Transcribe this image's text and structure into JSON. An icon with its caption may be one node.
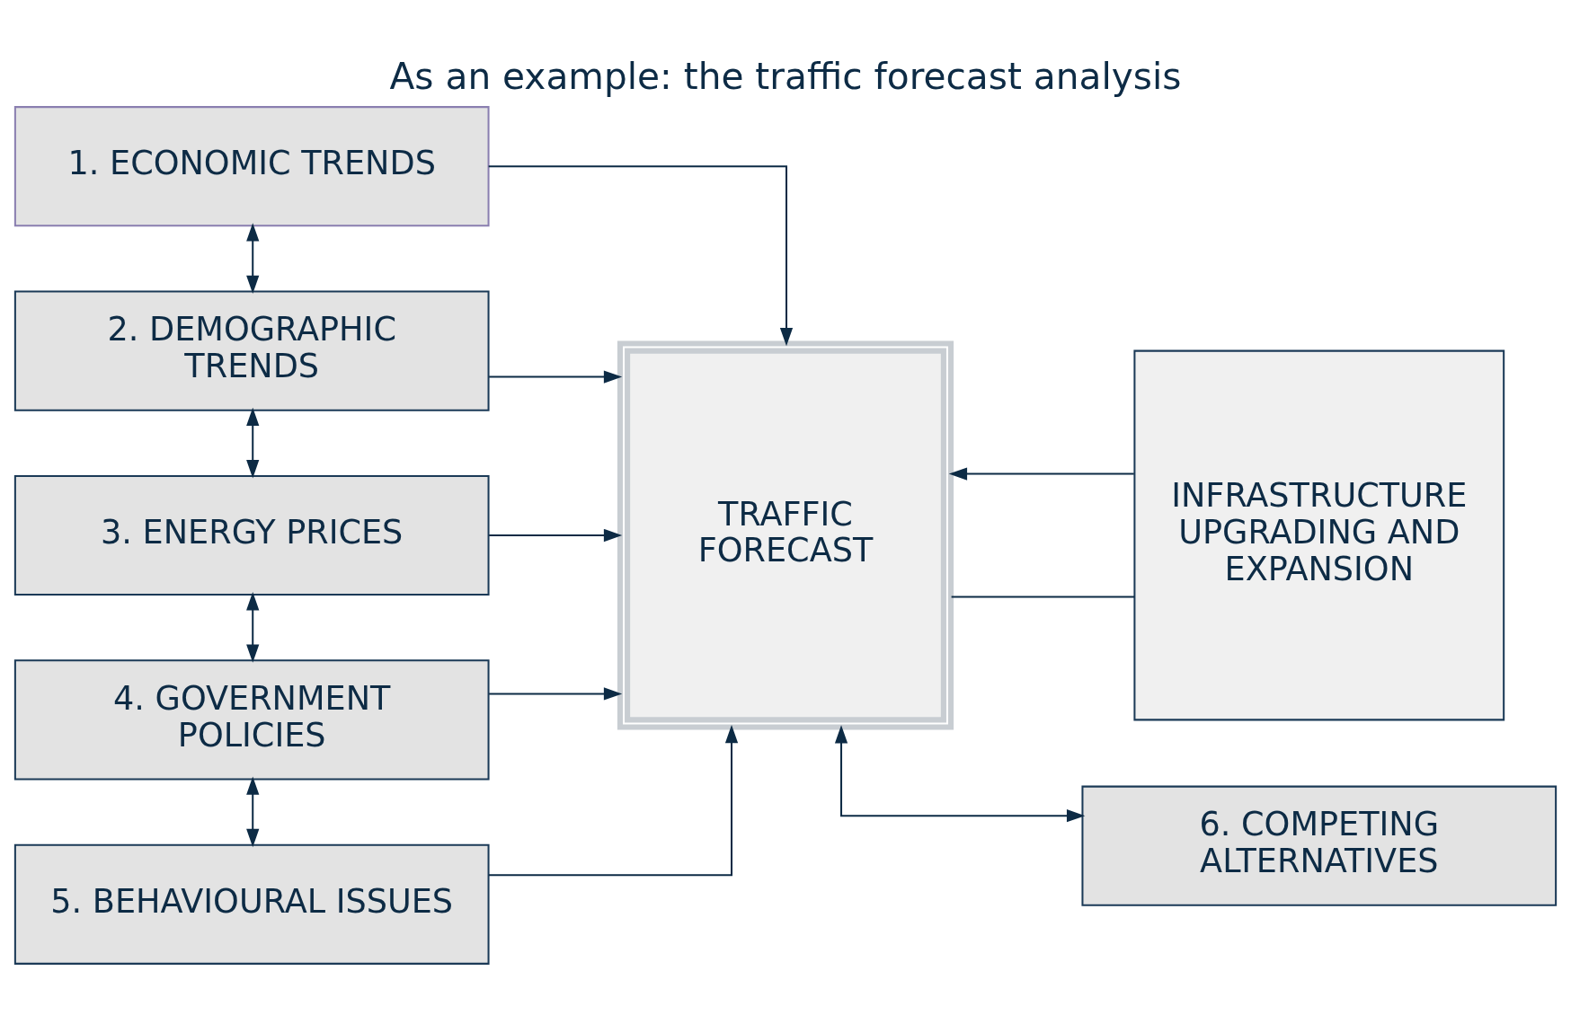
{
  "diagram": {
    "title": "As an example: the traffic forecast analysis",
    "nodes": [
      {
        "text": [
          "1. ECONOMIC TRENDS"
        ]
      },
      {
        "text": [
          "2. DEMOGRAPHIC TRENDS"
        ]
      },
      {
        "text": [
          "3. ENERGY PRICES"
        ]
      },
      {
        "text": [
          "4. GOVERNMENT POLICIES"
        ]
      },
      {
        "text": [
          "5. BEHAVIOURAL ISSUES"
        ]
      },
      {
        "text": [
          "TRAFFIC FORECAST"
        ]
      },
      {
        "text": [
          "INFRASTRUCTURE UPGRADING AND EXPANSION"
        ]
      },
      {
        "text": [
          "6. COMPETING ALTERNATIVES"
        ]
      }
    ],
    "edges": [
      {
        "from": 0,
        "to": 1,
        "arrow": "both"
      },
      {
        "from": 1,
        "to": 2,
        "arrow": "both"
      },
      {
        "from": 2,
        "to": 3,
        "arrow": "both"
      },
      {
        "from": 3,
        "to": 4,
        "arrow": "both"
      },
      {
        "from": 0,
        "to": 5,
        "arrow": "to"
      },
      {
        "from": 1,
        "to": 5,
        "arrow": "to"
      },
      {
        "from": 2,
        "to": 5,
        "arrow": "to"
      },
      {
        "from": 3,
        "to": 5,
        "arrow": "to"
      },
      {
        "from": 4,
        "to": 5,
        "arrow": "to"
      },
      {
        "from": 5,
        "to": 6,
        "arrow": "none"
      },
      {
        "from": 6,
        "to": 5,
        "arrow": "to"
      },
      {
        "from": 5,
        "to": 7,
        "arrow": "both"
      }
    ]
  }
}
